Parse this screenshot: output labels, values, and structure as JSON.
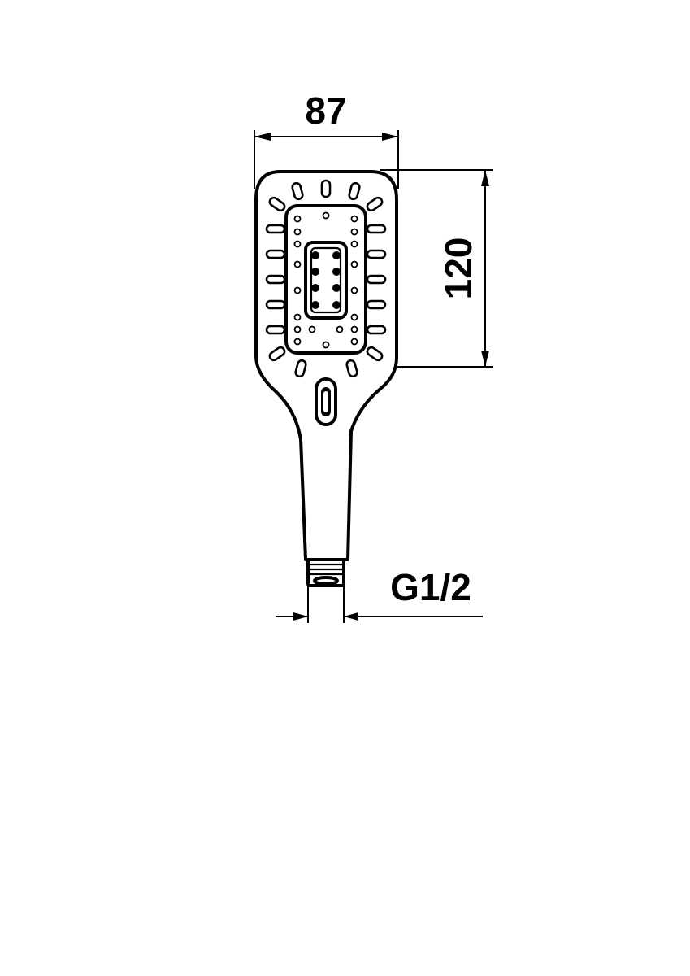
{
  "drawing": {
    "dimensions": {
      "width_label": "87",
      "height_label": "120",
      "thread_label": "G1/2"
    },
    "colors": {
      "line": "#000000",
      "background": "#ffffff"
    }
  }
}
